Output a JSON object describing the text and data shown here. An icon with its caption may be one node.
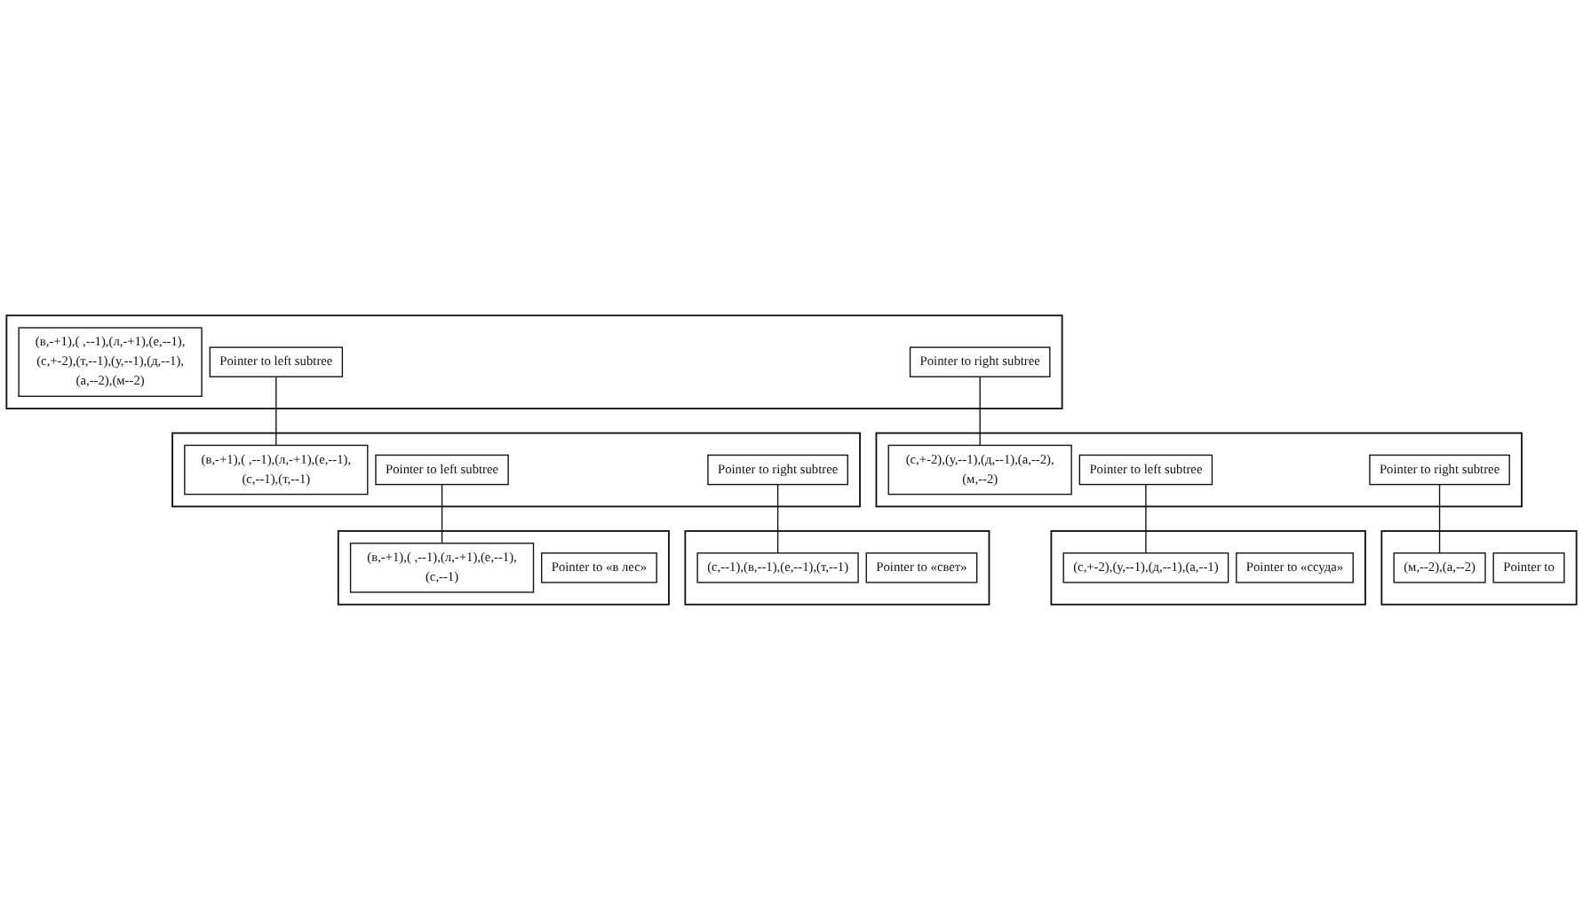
{
  "diagram": {
    "nodes": [
      {
        "text": [],
        "shape": "box"
      },
      {
        "text": [
          "(в,-+1),( ,--1),(л,-+1),(е,--1),(с,+-2),(т,--1),(у,--1),(д,--1),(а,--2),(м--2)"
        ],
        "in": 0
      },
      {
        "text": [
          "Pointer to left subtree"
        ],
        "in": 0
      },
      {
        "text": [
          "Pointer to right subtree"
        ],
        "in": 0
      },
      {
        "text": [],
        "shape": "box"
      },
      {
        "text": [
          "(в,-+1),( ,--1),(л,-+1),(е,--1),(с,--1),(т,--1)"
        ],
        "in": 4
      },
      {
        "text": [
          "Pointer to left subtree"
        ],
        "in": 4
      },
      {
        "text": [
          "Pointer to right subtree"
        ],
        "in": 4
      },
      {
        "text": [],
        "shape": "box"
      },
      {
        "text": [
          "(с,+-2),(у,--1),(д,--1),(а,--2),(м,--2)"
        ],
        "in": 8
      },
      {
        "text": [
          "Pointer to left subtree"
        ],
        "in": 8
      },
      {
        "text": [
          "Pointer to right subtree"
        ],
        "in": 8
      },
      {
        "text": [],
        "shape": "box"
      },
      {
        "text": [
          "(в,-+1),( ,--1),(л,-+1),(е,--1),(с,--1)"
        ],
        "in": 12
      },
      {
        "text": [
          "Pointer to «в лес»"
        ],
        "in": 12
      },
      {
        "text": [],
        "shape": "box"
      },
      {
        "text": [
          "(м,--2),(а,--2)"
        ],
        "in": 15
      },
      {
        "text": [
          "Pointer to"
        ],
        "in": 15
      },
      {
        "text": [],
        "shape": "box"
      },
      {
        "text": [
          "(с,--1),(в,--1),(е,--1),(т,--1)"
        ],
        "in": 18
      },
      {
        "text": [
          "Pointer to «свет»"
        ],
        "in": 18
      },
      {
        "text": [],
        "shape": "box"
      },
      {
        "text": [
          "(с,+-2),(у,--1),(д,--1),(а,--1)"
        ],
        "in": 21
      },
      {
        "text": [
          "Pointer to «ссуда»"
        ],
        "in": 21
      }
    ],
    "edges": [
      {
        "from": 2,
        "to": 5,
        "arrow": "none"
      },
      {
        "from": 3,
        "to": 9,
        "arrow": "none"
      },
      {
        "from": 6,
        "to": 13,
        "arrow": "none"
      },
      {
        "from": 7,
        "to": 19,
        "arrow": "none"
      },
      {
        "from": 10,
        "to": 22,
        "arrow": "none"
      },
      {
        "from": 11,
        "to": 16,
        "arrow": "none"
      }
    ]
  }
}
